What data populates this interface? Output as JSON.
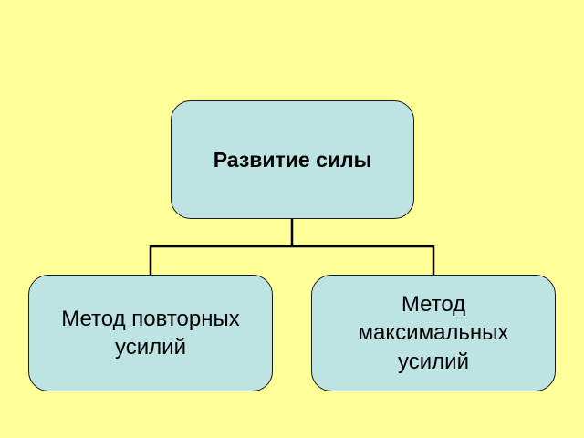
{
  "diagram": {
    "root": {
      "label": "Развитие силы"
    },
    "children": [
      {
        "label": "Метод повторных усилий"
      },
      {
        "label": "Метод максимальных усилий"
      }
    ]
  },
  "colors": {
    "background": "#FFFF99",
    "node_fill": "#BEE3E3",
    "outline": "#1a1a1a"
  }
}
